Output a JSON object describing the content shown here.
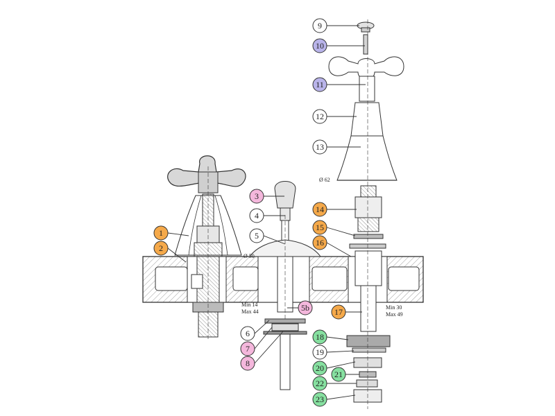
{
  "colors": {
    "orange": "#f5a94a",
    "lavender": "#b9b4ea",
    "pink": "#f4b7dc",
    "green": "#86e0a0",
    "white": "#ffffff",
    "line": "#333333",
    "hatch": "#888888"
  },
  "callouts": [
    {
      "id": "1",
      "label": "1",
      "color": "orange"
    },
    {
      "id": "2",
      "label": "2",
      "color": "orange"
    },
    {
      "id": "3",
      "label": "3",
      "color": "pink"
    },
    {
      "id": "4",
      "label": "4",
      "color": "white"
    },
    {
      "id": "5",
      "label": "5",
      "color": "white"
    },
    {
      "id": "5b",
      "label": "5b",
      "color": "pink"
    },
    {
      "id": "6",
      "label": "6",
      "color": "white"
    },
    {
      "id": "7",
      "label": "7",
      "color": "pink"
    },
    {
      "id": "8",
      "label": "8",
      "color": "pink"
    },
    {
      "id": "9",
      "label": "9",
      "color": "white"
    },
    {
      "id": "10",
      "label": "10",
      "color": "lavender"
    },
    {
      "id": "11",
      "label": "11",
      "color": "lavender"
    },
    {
      "id": "12",
      "label": "12",
      "color": "white"
    },
    {
      "id": "13",
      "label": "13",
      "color": "white"
    },
    {
      "id": "14",
      "label": "14",
      "color": "orange"
    },
    {
      "id": "15",
      "label": "15",
      "color": "orange"
    },
    {
      "id": "16",
      "label": "16",
      "color": "orange"
    },
    {
      "id": "17",
      "label": "17",
      "color": "orange"
    },
    {
      "id": "18",
      "label": "18",
      "color": "green"
    },
    {
      "id": "19",
      "label": "19",
      "color": "white"
    },
    {
      "id": "20",
      "label": "20",
      "color": "green"
    },
    {
      "id": "21",
      "label": "21",
      "color": "green"
    },
    {
      "id": "22",
      "label": "22",
      "color": "green"
    },
    {
      "id": "23",
      "label": "23",
      "color": "green"
    }
  ],
  "dimensions": {
    "d62": "Ø 62",
    "d50": "Ø 50",
    "min14": "Min 14",
    "max44": "Max 44",
    "min30": "Min 30",
    "max49": "Max 49"
  }
}
